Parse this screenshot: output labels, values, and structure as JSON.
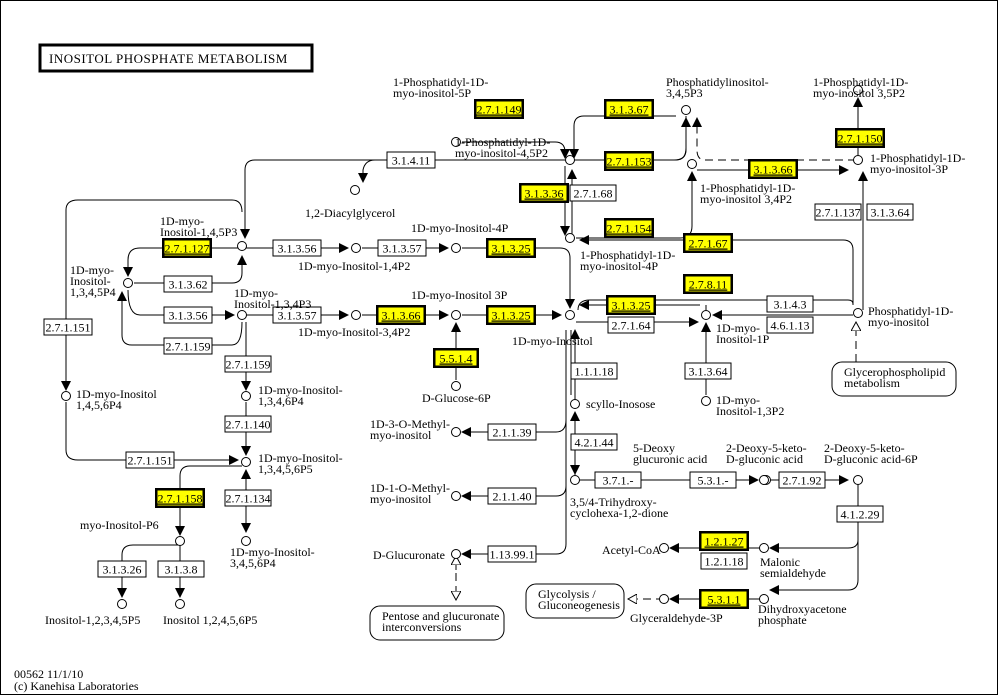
{
  "map": {
    "title": "INOSITOL PHOSPHATE METABOLISM",
    "footer_id": "00562 11/1/10",
    "footer_copyright": "(c) Kanehisa Laboratories",
    "colors": {
      "highlight": "#ffff00",
      "line": "#000000",
      "background": "#ffffff"
    }
  },
  "enzymes": [
    {
      "id": "e1",
      "label": "2.7.1.149",
      "highlighted": true
    },
    {
      "id": "e2",
      "label": "3.1.3.67",
      "highlighted": true
    },
    {
      "id": "e3",
      "label": "2.7.1.153",
      "highlighted": true
    },
    {
      "id": "e4",
      "label": "3.1.3.36",
      "highlighted": true
    },
    {
      "id": "e5",
      "label": "2.7.1.68",
      "highlighted": false
    },
    {
      "id": "e6",
      "label": "2.7.1.154",
      "highlighted": true
    },
    {
      "id": "e7",
      "label": "2.7.1.67",
      "highlighted": true
    },
    {
      "id": "e8",
      "label": "2.7.1.150",
      "highlighted": true
    },
    {
      "id": "e9",
      "label": "3.1.3.66",
      "highlighted": true
    },
    {
      "id": "e10",
      "label": "2.7.1.137",
      "highlighted": false
    },
    {
      "id": "e11",
      "label": "3.1.3.64",
      "highlighted": false
    },
    {
      "id": "e12",
      "label": "3.1.4.11",
      "highlighted": false
    },
    {
      "id": "e13",
      "label": "2.7.1.127",
      "highlighted": true
    },
    {
      "id": "e14",
      "label": "3.1.3.56",
      "highlighted": false
    },
    {
      "id": "e15",
      "label": "3.1.3.57",
      "highlighted": false
    },
    {
      "id": "e16",
      "label": "3.1.3.25",
      "highlighted": true
    },
    {
      "id": "e17",
      "label": "3.1.3.62",
      "highlighted": false
    },
    {
      "id": "e18",
      "label": "3.1.3.56",
      "highlighted": false
    },
    {
      "id": "e19",
      "label": "3.1.3.57",
      "highlighted": false
    },
    {
      "id": "e20",
      "label": "3.1.3.66",
      "highlighted": true
    },
    {
      "id": "e21",
      "label": "3.1.3.25",
      "highlighted": true
    },
    {
      "id": "e22",
      "label": "2.7.1.159",
      "highlighted": false
    },
    {
      "id": "e23",
      "label": "2.7.1.151",
      "highlighted": false
    },
    {
      "id": "e24",
      "label": "2.7.1.159",
      "highlighted": false
    },
    {
      "id": "e25",
      "label": "2.7.1.140",
      "highlighted": false
    },
    {
      "id": "e26",
      "label": "2.7.1.151",
      "highlighted": false
    },
    {
      "id": "e27",
      "label": "2.7.1.158",
      "highlighted": true
    },
    {
      "id": "e28",
      "label": "2.7.1.134",
      "highlighted": false
    },
    {
      "id": "e29",
      "label": "3.1.3.26",
      "highlighted": false
    },
    {
      "id": "e30",
      "label": "3.1.3.8",
      "highlighted": false
    },
    {
      "id": "e31",
      "label": "5.5.1.4",
      "highlighted": true
    },
    {
      "id": "e32",
      "label": "2.7.8.11",
      "highlighted": true
    },
    {
      "id": "e33",
      "label": "3.1.3.25",
      "highlighted": true
    },
    {
      "id": "e34",
      "label": "2.7.1.64",
      "highlighted": false
    },
    {
      "id": "e35",
      "label": "3.1.4.3",
      "highlighted": false
    },
    {
      "id": "e36",
      "label": "4.6.1.13",
      "highlighted": false
    },
    {
      "id": "e37",
      "label": "1.1.1.18",
      "highlighted": false
    },
    {
      "id": "e38",
      "label": "3.1.3.64",
      "highlighted": false
    },
    {
      "id": "e39",
      "label": "4.2.1.44",
      "highlighted": false
    },
    {
      "id": "e40",
      "label": "2.1.1.39",
      "highlighted": false
    },
    {
      "id": "e41",
      "label": "2.1.1.40",
      "highlighted": false
    },
    {
      "id": "e42",
      "label": "1.13.99.1",
      "highlighted": false
    },
    {
      "id": "e43",
      "label": "3.7.1.-",
      "highlighted": false
    },
    {
      "id": "e44",
      "label": "5.3.1.-",
      "highlighted": false
    },
    {
      "id": "e45",
      "label": "2.7.1.92",
      "highlighted": false
    },
    {
      "id": "e46",
      "label": "4.1.2.29",
      "highlighted": false
    },
    {
      "id": "e47",
      "label": "1.2.1.27",
      "highlighted": true
    },
    {
      "id": "e48",
      "label": "1.2.1.18",
      "highlighted": false
    },
    {
      "id": "e49",
      "label": "5.3.1.1",
      "highlighted": true
    }
  ],
  "compounds": [
    {
      "id": "c1",
      "lines": [
        "1-Phosphatidyl-1D-",
        "myo-inositol-5P"
      ]
    },
    {
      "id": "c2",
      "lines": [
        "Phosphatidylinositol-",
        "3,4,5P3"
      ]
    },
    {
      "id": "c3",
      "lines": [
        "1-Phosphatidyl-1D-",
        "myo-inositol 3,5P2"
      ]
    },
    {
      "id": "c4",
      "lines": [
        "1-Phosphatidyl-1D-",
        "myo-inositol-4,5P2"
      ]
    },
    {
      "id": "c5",
      "lines": [
        "1-Phosphatidyl-1D-",
        "myo-inositol-3P"
      ]
    },
    {
      "id": "c6",
      "lines": [
        "1-Phosphatidyl-1D-",
        "myo-inositol 3,4P2"
      ]
    },
    {
      "id": "c7",
      "lines": [
        "1,2-Diacylglycerol"
      ]
    },
    {
      "id": "c8",
      "lines": [
        "1D-myo-",
        "Inositol-1,4,5P3"
      ]
    },
    {
      "id": "c9",
      "lines": [
        "1D-myo-Inositol-4P"
      ]
    },
    {
      "id": "c10",
      "lines": [
        "1-Phosphatidyl-1D-",
        "myo-inositol-4P"
      ]
    },
    {
      "id": "c11",
      "lines": [
        "1D-myo-Inositol-1,4P2"
      ]
    },
    {
      "id": "c12",
      "lines": [
        "1D-myo-",
        "Inositol-",
        "1,3,4,5P4"
      ]
    },
    {
      "id": "c13",
      "lines": [
        "1D-myo-",
        "Inositol-1,3,4P3"
      ]
    },
    {
      "id": "c14",
      "lines": [
        "1D-myo-Inositol 3P"
      ]
    },
    {
      "id": "c15",
      "lines": [
        "1D-myo-Inositol-3,4P2"
      ]
    },
    {
      "id": "c16",
      "lines": [
        "1D-myo-Inositol"
      ]
    },
    {
      "id": "c17",
      "lines": [
        "Phosphatidyl-1D-",
        "myo-inositol"
      ]
    },
    {
      "id": "c18",
      "lines": [
        "1D-myo-",
        "Inositol-1P"
      ]
    },
    {
      "id": "c19",
      "lines": [
        "D-Glucose-6P"
      ]
    },
    {
      "id": "c20",
      "lines": [
        "1D-myo-Inositol",
        "1,4,5,6P4"
      ]
    },
    {
      "id": "c21",
      "lines": [
        "1D-myo-Inositol-",
        "1,3,4,6P4"
      ]
    },
    {
      "id": "c22",
      "lines": [
        "1D-myo-Inositol-",
        "1,3,4,5,6P5"
      ]
    },
    {
      "id": "c23",
      "lines": [
        "myo-Inositol-P6"
      ]
    },
    {
      "id": "c24",
      "lines": [
        "1D-myo-Inositol-",
        "3,4,5,6P4"
      ]
    },
    {
      "id": "c25",
      "lines": [
        "Inositol-1,2,3,4,5P5"
      ]
    },
    {
      "id": "c26",
      "lines": [
        "Inositol 1,2,4,5,6P5"
      ]
    },
    {
      "id": "c27",
      "lines": [
        "scyllo-Inosose"
      ]
    },
    {
      "id": "c28",
      "lines": [
        "1D-myo-",
        "Inositol-1,3P2"
      ]
    },
    {
      "id": "c29",
      "lines": [
        "1D-3-O-Methyl-",
        "myo-inositol"
      ]
    },
    {
      "id": "c30",
      "lines": [
        "1D-1-O-Methyl-",
        "myo-inositol"
      ]
    },
    {
      "id": "c31",
      "lines": [
        "D-Glucuronate"
      ]
    },
    {
      "id": "c32",
      "lines": [
        "3,5/4-Trihydroxy-",
        "cyclohexa-1,2-dione"
      ]
    },
    {
      "id": "c33",
      "lines": [
        "5-Deoxy",
        "glucuronic acid"
      ]
    },
    {
      "id": "c34",
      "lines": [
        "2-Deoxy-5-keto-",
        "D-gluconic acid"
      ]
    },
    {
      "id": "c35",
      "lines": [
        "2-Deoxy-5-keto-",
        "D-gluconic acid-6P"
      ]
    },
    {
      "id": "c36",
      "lines": [
        "Acetyl-CoA"
      ]
    },
    {
      "id": "c37",
      "lines": [
        "Malonic",
        "semialdehyde"
      ]
    },
    {
      "id": "c38",
      "lines": [
        "Glyceraldehyde-3P"
      ]
    },
    {
      "id": "c39",
      "lines": [
        "Dihydroxyacetone",
        "phosphate"
      ]
    }
  ],
  "pathways": [
    {
      "id": "p1",
      "lines": [
        "Glycerophospholipid",
        "metabolism"
      ]
    },
    {
      "id": "p2",
      "lines": [
        "Pentose and glucuronate",
        "interconversions"
      ]
    },
    {
      "id": "p3",
      "lines": [
        "Glycolysis /",
        "Gluconeogenesis"
      ]
    }
  ]
}
